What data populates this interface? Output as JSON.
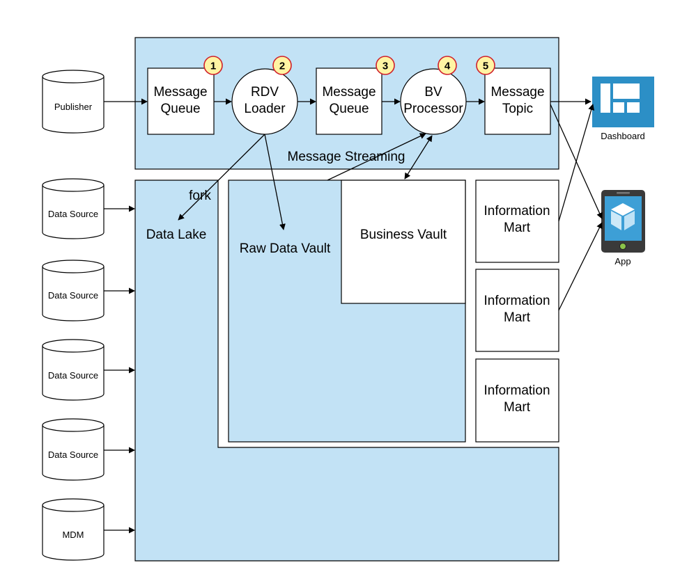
{
  "colors": {
    "panel_fill": "#c2e2f5",
    "stroke": "#000000",
    "badge_fill": "#fff4a3",
    "badge_stroke": "#d0212b",
    "dashboard_blue": "#2c8fc6",
    "app_body": "#3a3a3a",
    "app_screen": "#3d9fd6",
    "app_button": "#8bc34a"
  },
  "streaming": {
    "title": "Message Streaming",
    "publisher": "Publisher",
    "nodes": [
      {
        "line1": "Message",
        "line2": "Queue",
        "badge": "1"
      },
      {
        "line1": "RDV",
        "line2": "Loader",
        "badge": "2"
      },
      {
        "line1": "Message",
        "line2": "Queue",
        "badge": "3"
      },
      {
        "line1": "BV",
        "line2": "Processor",
        "badge": "4"
      },
      {
        "line1": "Message",
        "line2": "Topic",
        "badge": "5"
      }
    ]
  },
  "sources": [
    "Data Source",
    "Data Source",
    "Data Source",
    "Data Source",
    "MDM"
  ],
  "storage": {
    "data_lake": "Data Lake",
    "fork": "fork",
    "raw_data_vault": "Raw Data Vault",
    "business_vault": "Business Vault"
  },
  "marts": [
    {
      "line1": "Information",
      "line2": "Mart"
    },
    {
      "line1": "Information",
      "line2": "Mart"
    },
    {
      "line1": "Information",
      "line2": "Mart"
    }
  ],
  "consumers": {
    "dashboard": {
      "label": "Dashboard",
      "icon": "dashboard-icon"
    },
    "app": {
      "label": "App",
      "icon": "mobile-app-icon"
    }
  }
}
